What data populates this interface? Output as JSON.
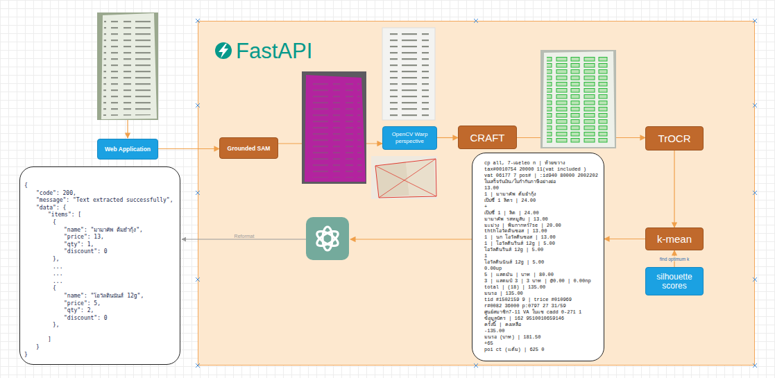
{
  "diagram": {
    "nodes": [
      {
        "text": [
          "FastAPI"
        ]
      },
      {
        "text": [
          "Web Application"
        ]
      },
      {
        "text": [
          "Grounded SAM"
        ],
        "in": 0
      },
      {
        "text": [
          "OpenCV Warp perspective"
        ],
        "in": 0
      },
      {
        "text": [
          "CRAFT"
        ],
        "in": 0
      },
      {
        "text": [
          "TrOCR"
        ],
        "in": 0
      },
      {
        "text": [
          "cp all, 7-เฉeleo n | ห้วยขวาง",
          "tax#0010754 20000 11(vat included )",
          "vat 06177 7 pos# | :id940 80000 2002202",
          "ใบเสร็จรับเงิน/ใบกำกับภาษีอย่างย่อ",
          "13.00",
          "1 | มามาคัพ ต้มยำกุ้ง",
          "เป๊ปซี่ 1 ลิตร | 24.00",
          "+",
          "เป๊ปซี่ 1 | ลิต | 24.00",
          "มามาคัพ รสหมูสับ | 13.00",
          "มะม่วง | พิมกากหร์7se | 20.00",
          "ththโอวัดดินซอส | 13.00",
          "1 | นก โอวัลตินซอส | 13.00",
          "1 | โอวัลตินรินส์ 12g | 5.00",
          "โอวัลตินรินส์ 12g | 5.00",
          "1",
          "โอวัลตินนันส์ 12g | 5.00",
          "0.00up",
          "5 | แสตมัน | บาท | 80.00",
          "3 | แสตมป์ 3 | 3 บาท | @0.00 | 0.00np",
          "total | (18) | 135.00",
          "มนรอ | 135.00",
          "tid #1502159 9 | trice #010969",
          "r#0082 36000 p:0797 27 31/59",
          "ศูนย์สมาชิก7-11 VA ใบแซ cadd 0-271 1",
          "ข้อมูลบัตร | 162 9510010659146",
          "ครั้งนี้ | คงเหลือ",
          "-135.00",
          "มนรอ (บาท) | 181.50",
          "+65",
          "poi ct (แต้ม) | 625 0"
        ],
        "in": 0
      },
      {
        "text": [
          "k-mean"
        ],
        "in": 0
      },
      {
        "text": [
          "silhouette scores"
        ],
        "in": 0
      },
      {
        "text": [
          "{",
          "\"code\": 200,",
          "\"message\": \"Text extracted successfully\",",
          "\"data\": {",
          "\"items\": [",
          "{",
          "\"name\": \"มามาคัพ ต้มยำกุ้ง\",",
          "\"price\": 13,",
          "\"qty\": 1,",
          "\"discount\": 0",
          "},",
          "...",
          "...",
          "...",
          "{",
          "\"name\": \"โอวัลตินนันส์ 12g\",",
          "\"price\": 5,",
          "\"qty\": 2,",
          "\"discount\": 0",
          "},",
          "]",
          "}",
          "}"
        ]
      }
    ],
    "edges": [
      {
        "from": 1,
        "to": 2,
        "arrow": "to"
      },
      {
        "from": 2,
        "to": 3,
        "arrow": "to"
      },
      {
        "from": 3,
        "to": 4,
        "arrow": "to"
      },
      {
        "from": 4,
        "to": 5,
        "arrow": "to"
      },
      {
        "from": 5,
        "to": 7,
        "arrow": "to"
      },
      {
        "from": 7,
        "to": 6,
        "arrow": "to"
      },
      {
        "from": 8,
        "to": 7,
        "label": "find optimum k",
        "arrow": "to"
      }
    ],
    "labels": [
      "Reformat"
    ]
  }
}
